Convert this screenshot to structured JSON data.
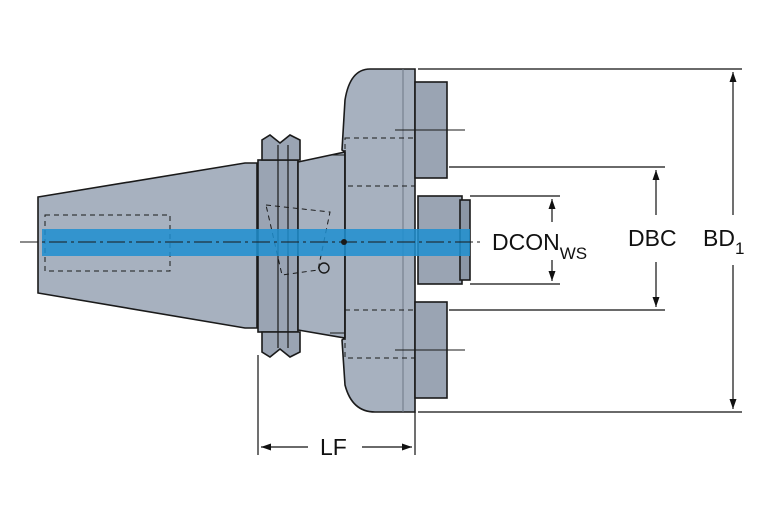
{
  "labels": {
    "dcon": "DCON",
    "dcon_sub": "WS",
    "dbc": "DBC",
    "bd": "BD",
    "bd_sub": "1",
    "lf": "LF"
  },
  "colors": {
    "body_fill": "#a7b1bf",
    "body_dark": "#8c97a6",
    "outline": "#1a1a1a",
    "coolant": "#1f8fd0",
    "dimension_line": "#111111"
  }
}
